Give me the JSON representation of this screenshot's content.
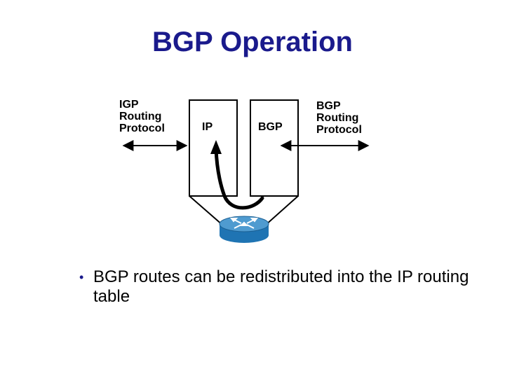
{
  "slide": {
    "title": "BGP Operation"
  },
  "diagram": {
    "igp_label": "IGP\nRouting\nProtocol",
    "ip_label": "IP",
    "bgp_label": "BGP",
    "bgp_protocol_label": "BGP\nRouting\nProtocol"
  },
  "bullets": [
    "BGP routes can be redistributed into the IP routing table"
  ],
  "colors": {
    "title": "#1a1a8c",
    "router_body": "#1f74b3",
    "router_top": "#4f9bd0"
  }
}
